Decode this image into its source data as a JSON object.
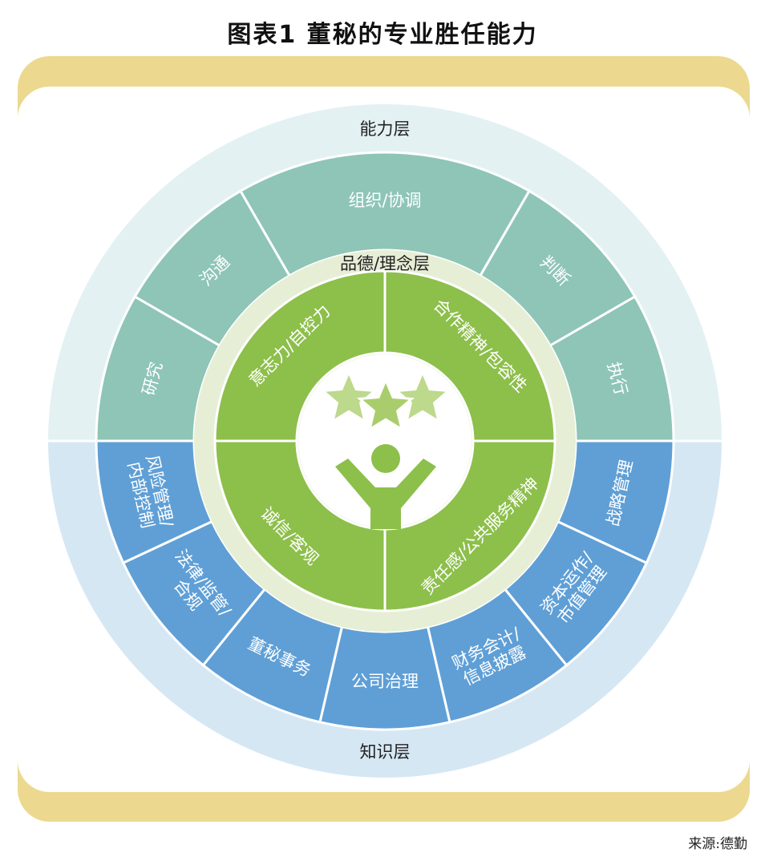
{
  "title": "图表1  董秘的专业胜任能力",
  "source": "来源:德勤",
  "colors": {
    "frame": "#ecd98f",
    "outer_band_top": "#e3f1f3",
    "outer_band_bottom": "#d6e7f4",
    "ability": "#8ec5b6",
    "knowledge": "#5f9fd6",
    "virtue_ring": "#e6efd6",
    "virtue": "#8dbf4b",
    "star": "#bcd98c",
    "person": "#8dbf4b"
  },
  "layers": {
    "ability": "能力层",
    "virtue": "品德/理念层",
    "knowledge": "知识层"
  },
  "ability_items": [
    "研究",
    "沟通",
    "组织/协调",
    "判断",
    "执行"
  ],
  "knowledge_items": [
    "风险管理/内部控制",
    "法律/监管/合规",
    "董秘事务",
    "公司治理",
    "财务会计/信息披露",
    "资本运作/市值管理",
    "战略管理"
  ],
  "knowledge_lines": [
    [
      "风险管理/",
      "内部控制"
    ],
    [
      "法律/监管/",
      "合规"
    ],
    [
      "董秘事务"
    ],
    [
      "公司治理"
    ],
    [
      "财务会计/",
      "信息披露"
    ],
    [
      "资本运作/",
      "市值管理"
    ],
    [
      "战略管理"
    ]
  ],
  "virtue_items": [
    "意志力/自控力",
    "合作精神/包容性",
    "诚信/客观",
    "责任感/公共服务精神"
  ]
}
